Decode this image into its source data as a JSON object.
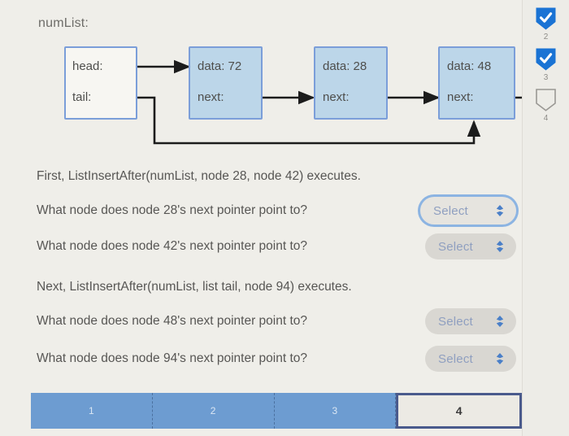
{
  "diagram": {
    "list_label": "numList:",
    "head_tail_box": {
      "head_label": "head:",
      "tail_label": "tail:"
    },
    "nodes": [
      {
        "data_label": "data: 72",
        "next_label": "next:"
      },
      {
        "data_label": "data: 28",
        "next_label": "next:"
      },
      {
        "data_label": "data: 48",
        "next_label": "next:"
      }
    ]
  },
  "sections": [
    {
      "lead": "First, ListInsertAfter(numList, node 28, node 42) executes.",
      "questions": [
        {
          "text": "What node does node 28's next pointer point to?",
          "select_label": "Select",
          "focused": true
        },
        {
          "text": "What node does node 42's next pointer point to?",
          "select_label": "Select",
          "focused": false
        }
      ]
    },
    {
      "lead": "Next, ListInsertAfter(numList, list tail, node 94) executes.",
      "questions": [
        {
          "text": "What node does node 48's next pointer point to?",
          "select_label": "Select",
          "focused": false
        },
        {
          "text": "What node does node 94's next pointer point to?",
          "select_label": "Select",
          "focused": false
        }
      ]
    }
  ],
  "right_rail": [
    {
      "icon": "check-shield-icon",
      "number": "2",
      "state": "complete"
    },
    {
      "icon": "check-shield-icon",
      "number": "3",
      "state": "complete"
    },
    {
      "icon": "empty-shield-icon",
      "number": "4",
      "state": "current"
    }
  ],
  "progress": {
    "segments": [
      {
        "label": "1",
        "state": "done"
      },
      {
        "label": "2",
        "state": "done"
      },
      {
        "label": "3",
        "state": "done"
      },
      {
        "label": "4",
        "state": "current"
      }
    ]
  },
  "colors": {
    "page_background": "#efeee9",
    "node_fill": "#bcd6e9",
    "node_border": "#7b9ed9",
    "badge_blue": "#1a73d4",
    "progress_blue": "#6d9cd1",
    "progress_current_border": "#4a5a8c",
    "select_text": "#8f9fc0"
  }
}
